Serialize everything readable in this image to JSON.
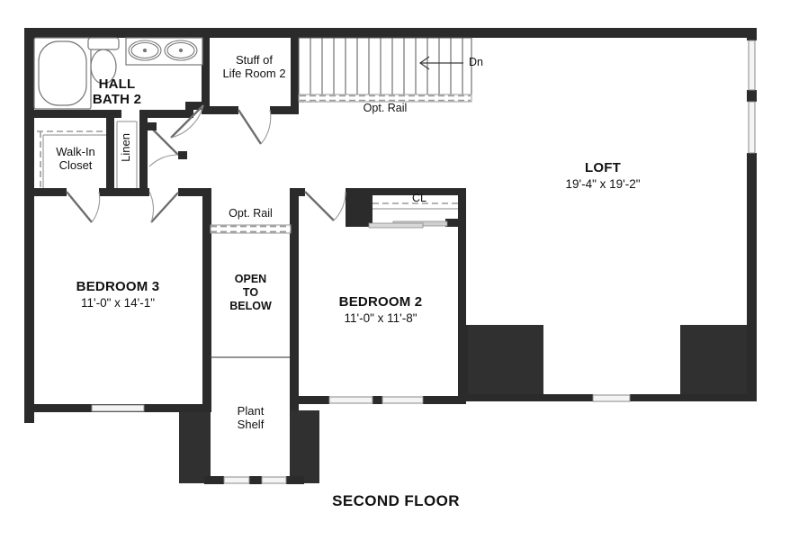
{
  "plan": {
    "title": "SECOND FLOOR",
    "colors": {
      "wall": "#2b2b2b",
      "wall_dark_fill": "#303030",
      "fixture_line": "#6b6b6b",
      "window_fill": "#f2f2f2",
      "rail_dash": "#9a9a9a",
      "background": "#ffffff",
      "text": "#111111"
    },
    "rooms": [
      {
        "id": "hall-bath-2",
        "name": "HALL\nBATH 2",
        "line1": "HALL",
        "line2": "BATH 2",
        "dimensions": ""
      },
      {
        "id": "stuff-of-life-room-2",
        "name": "Stuff of Life Room 2",
        "line1": "Stuff of",
        "line2": "Life Room 2",
        "dimensions": ""
      },
      {
        "id": "walk-in-closet",
        "name": "Walk-In Closet",
        "line1": "Walk-In",
        "line2": "Closet",
        "dimensions": ""
      },
      {
        "id": "linen",
        "name": "Linen",
        "line1": "Linen",
        "line2": "",
        "dimensions": ""
      },
      {
        "id": "loft",
        "name": "LOFT",
        "line1": "LOFT",
        "line2": "",
        "dimensions": "19'-4\" x 19'-2\""
      },
      {
        "id": "bedroom-3",
        "name": "BEDROOM 3",
        "line1": "BEDROOM 3",
        "line2": "",
        "dimensions": "11'-0\" x 14'-1\""
      },
      {
        "id": "bedroom-2",
        "name": "BEDROOM 2",
        "line1": "BEDROOM 2",
        "line2": "",
        "dimensions": "11'-0\" x 11'-8\""
      },
      {
        "id": "open-to-below",
        "name": "OPEN TO BELOW",
        "line1": "OPEN",
        "line2": "TO",
        "line3": "BELOW",
        "dimensions": ""
      },
      {
        "id": "plant-shelf",
        "name": "Plant Shelf",
        "line1": "Plant",
        "line2": "Shelf",
        "dimensions": ""
      },
      {
        "id": "closet-cl",
        "name": "CL",
        "line1": "CL",
        "line2": "",
        "dimensions": ""
      }
    ],
    "annotations": [
      {
        "id": "stair-direction",
        "label": "Dn"
      },
      {
        "id": "opt-rail-stairs",
        "label": "Opt. Rail"
      },
      {
        "id": "opt-rail-open-to-below",
        "label": "Opt. Rail"
      }
    ],
    "stairs": {
      "direction_label": "Dn",
      "tread_count": 14
    },
    "fixtures": [
      {
        "id": "bathtub",
        "name": "bathtub"
      },
      {
        "id": "toilet",
        "name": "toilet"
      },
      {
        "id": "sink-left",
        "name": "vanity-sink"
      },
      {
        "id": "sink-right",
        "name": "vanity-sink"
      }
    ]
  }
}
